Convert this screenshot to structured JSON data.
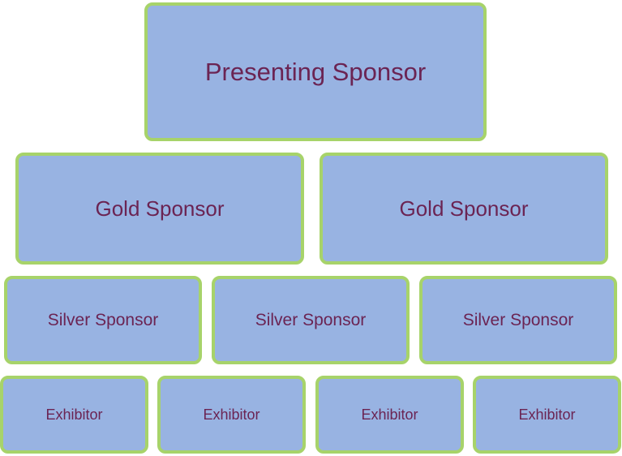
{
  "colors": {
    "box_fill": "#98b3e2",
    "box_border": "#a7d36a",
    "text": "#6b2453"
  },
  "tiers": {
    "presenting": {
      "label": "Presenting Sponsor"
    },
    "gold": [
      {
        "label": "Gold Sponsor"
      },
      {
        "label": "Gold Sponsor"
      }
    ],
    "silver": [
      {
        "label": "Silver Sponsor"
      },
      {
        "label": "Silver Sponsor"
      },
      {
        "label": "Silver Sponsor"
      }
    ],
    "exhibitor": [
      {
        "label": "Exhibitor"
      },
      {
        "label": "Exhibitor"
      },
      {
        "label": "Exhibitor"
      },
      {
        "label": "Exhibitor"
      }
    ]
  }
}
